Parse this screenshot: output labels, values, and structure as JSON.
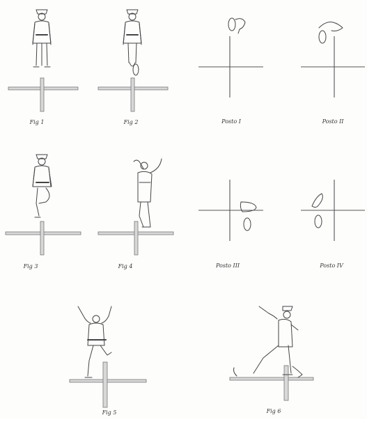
{
  "captions": {
    "fig1": "Fig 1",
    "fig2": "Fig 2",
    "fig3": "Fig 3",
    "fig4": "Fig 4",
    "fig5": "Fig 5",
    "fig6": "Fig 6",
    "pos1": "Posto I",
    "pos2": "Posto II",
    "pos3": "Posto III",
    "pos4": "Posto IV"
  },
  "colors": {
    "ink": "#444444",
    "paper": "#fdfdfc"
  }
}
